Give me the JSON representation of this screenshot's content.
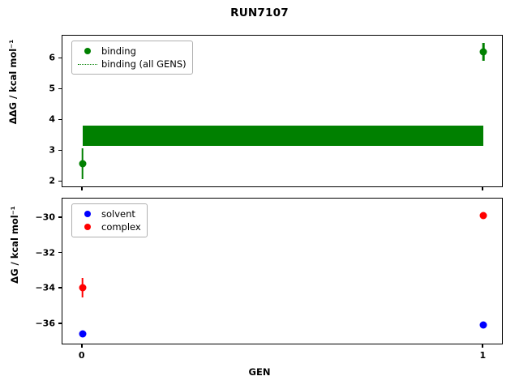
{
  "figure": {
    "title": "RUN7107",
    "xlabel": "GEN",
    "background": "#ffffff"
  },
  "colors": {
    "binding_green": "#008000",
    "solvent_blue": "#0000ff",
    "complex_red": "#ff0000",
    "axis_black": "#000000",
    "legend_border": "#b0b0b0"
  },
  "top_panel": {
    "ylabel_parts": {
      "delta": "ΔΔG",
      "units": " / kcal mol",
      "exp": "−1"
    },
    "ylabel": "ΔΔG / kcal mol⁻¹",
    "ytick_labels": [
      "2",
      "3",
      "4",
      "5",
      "6"
    ],
    "legend": {
      "items": [
        {
          "label": "binding",
          "marker": "circle",
          "color": "#008000"
        },
        {
          "label": "binding (all GENS)",
          "marker": "dotted-line",
          "color": "#008000"
        }
      ]
    }
  },
  "bottom_panel": {
    "ylabel": "ΔG / kcal mol⁻¹",
    "ytick_labels": [
      "−36",
      "−34",
      "−32",
      "−30"
    ],
    "legend": {
      "items": [
        {
          "label": "solvent",
          "marker": "circle",
          "color": "#0000ff"
        },
        {
          "label": "complex",
          "marker": "circle",
          "color": "#ff0000"
        }
      ]
    }
  },
  "xtick_labels": [
    "0",
    "1"
  ],
  "chart_data": [
    {
      "type": "scatter",
      "panel": "top",
      "title": "RUN7107",
      "xlabel": "GEN",
      "ylabel": "ΔΔG / kcal mol⁻¹",
      "xlim": [
        -0.05,
        1.05
      ],
      "ylim": [
        1.8,
        6.75
      ],
      "yticks": [
        2,
        3,
        4,
        5,
        6
      ],
      "xticks": [
        0,
        1
      ],
      "grid": false,
      "legend_position": "upper left",
      "series": [
        {
          "name": "binding",
          "color": "#008000",
          "marker": "o",
          "x": [
            0,
            1
          ],
          "y": [
            2.6,
            6.22
          ],
          "yerr": [
            0.5,
            0.28
          ]
        },
        {
          "name": "binding (all GENS)",
          "color": "#008000",
          "style": "dotted-band",
          "value": 3.5,
          "error": 0.33,
          "band": [
            3.17,
            3.83
          ],
          "x_span": [
            0,
            1
          ]
        }
      ]
    },
    {
      "type": "scatter",
      "panel": "bottom",
      "xlabel": "GEN",
      "ylabel": "ΔG / kcal mol⁻¹",
      "xlim": [
        -0.05,
        1.05
      ],
      "ylim": [
        -37.2,
        -28.9
      ],
      "yticks": [
        -36,
        -34,
        -32,
        -30
      ],
      "xticks": [
        0,
        1
      ],
      "grid": false,
      "legend_position": "upper left",
      "series": [
        {
          "name": "solvent",
          "color": "#0000ff",
          "marker": "o",
          "x": [
            0,
            1
          ],
          "y": [
            -36.55,
            -36.05
          ],
          "yerr": [
            0.05,
            0.05
          ]
        },
        {
          "name": "complex",
          "color": "#ff0000",
          "marker": "o",
          "x": [
            0,
            1
          ],
          "y": [
            -33.95,
            -29.85
          ],
          "yerr": [
            0.55,
            0.1
          ]
        }
      ]
    }
  ]
}
